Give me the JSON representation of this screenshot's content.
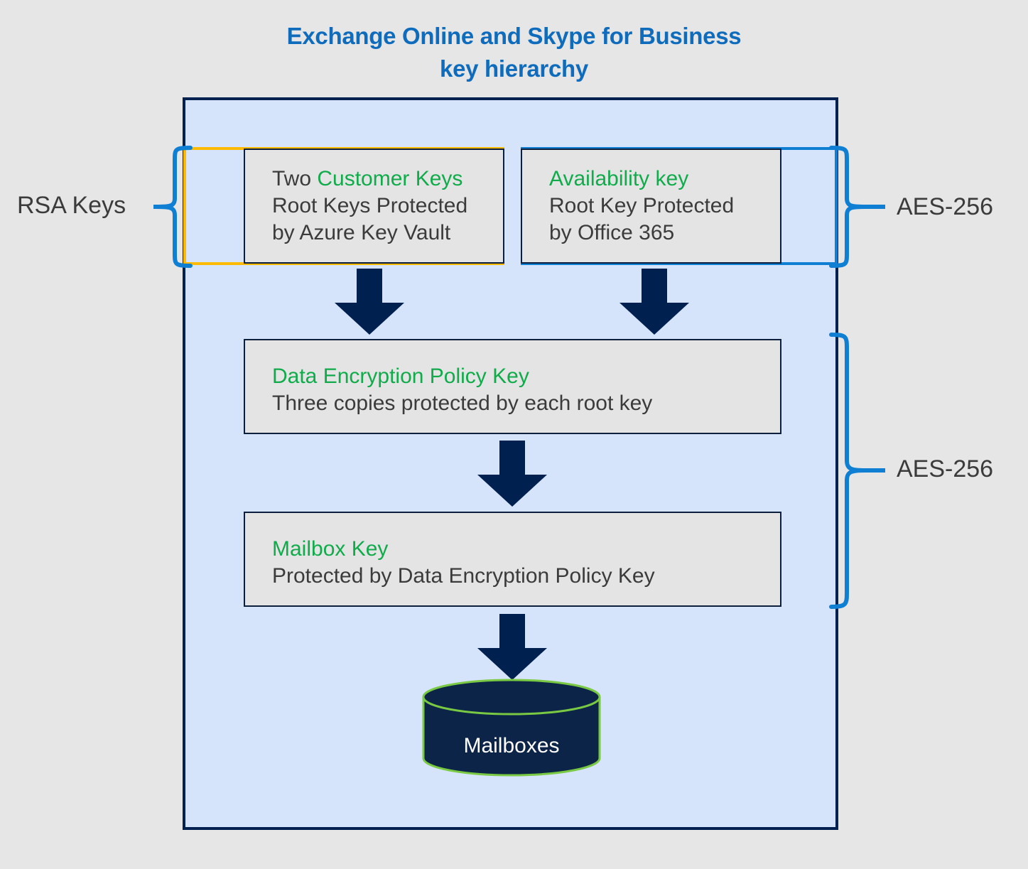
{
  "diagram": {
    "title_line1": "Exchange Online and Skype for Business",
    "title_line2": "key hierarchy",
    "colors": {
      "canvas": "#e6e6e6",
      "container_fill": "#d6e4fb",
      "container_border": "#002050",
      "title_blue": "#0f6cbd",
      "accent_green": "#10ab4b",
      "highlight_yellow": "#fcba03",
      "highlight_blue": "#0f7fd4",
      "arrow_navy": "#002050",
      "box_fill": "#e4e4e4",
      "box_border": "#0c1f3d",
      "cylinder_fill": "#0b2447",
      "cylinder_stroke": "#7ac943",
      "body_text": "#3b3b3b"
    },
    "nodes": {
      "customer_keys": {
        "heading_prefix": "Two ",
        "heading": "Customer Keys",
        "line2": "Root Keys Protected",
        "line3": "by Azure Key Vault",
        "outline": "yellow"
      },
      "availability_key": {
        "heading": "Availability key",
        "line2": "Root Key Protected",
        "line3": "by Office 365",
        "outline": "blue"
      },
      "dep_key": {
        "heading": "Data Encryption Policy Key",
        "line2": "Three copies protected by each root key"
      },
      "mailbox_key": {
        "heading": "Mailbox Key",
        "line2": "Protected by Data Encryption Policy Key"
      },
      "mailboxes": {
        "label": "Mailboxes"
      }
    },
    "annotations": {
      "left_brace_label": "RSA Keys",
      "right_brace_top_label": "AES-256",
      "right_brace_bottom_label": "AES-256"
    }
  }
}
